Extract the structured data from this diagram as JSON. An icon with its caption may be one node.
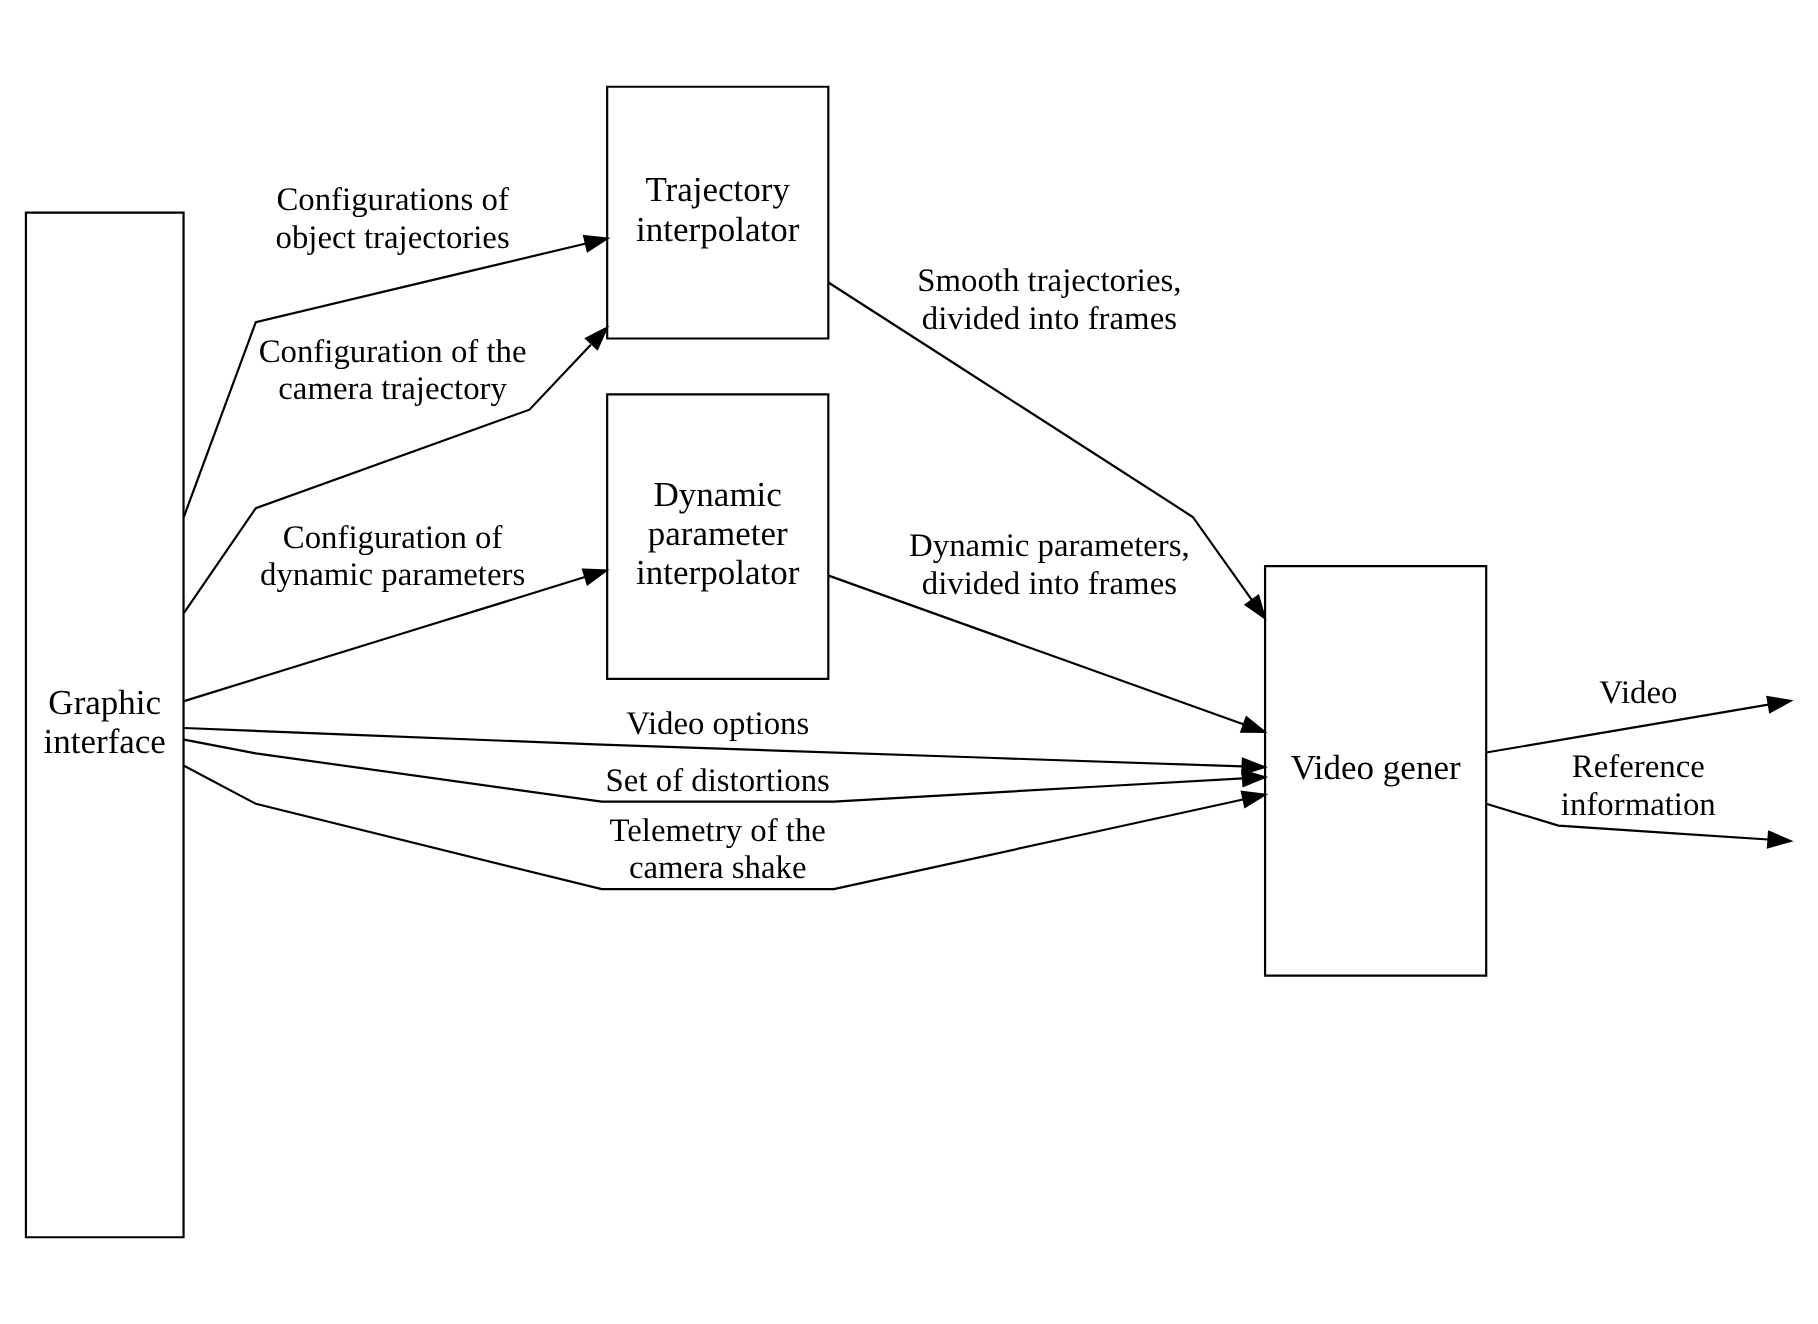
{
  "diagram": {
    "nodes": [
      {
        "text": [
          "Graphic interface"
        ]
      },
      {
        "text": [
          "Trajectory interpolator"
        ]
      },
      {
        "text": [
          "Dynamic parameter interpolator"
        ]
      },
      {
        "text": [
          "Video gener"
        ]
      }
    ],
    "edges": [
      {
        "from": 0,
        "to": 1,
        "arrow": "to",
        "label": "Configurations of object trajectories"
      },
      {
        "from": 0,
        "to": 1,
        "arrow": "to",
        "label": "Configuration of the camera trajectory"
      },
      {
        "from": 0,
        "to": 2,
        "arrow": "to",
        "label": "Configuration of dynamic parameters"
      },
      {
        "from": 1,
        "to": 3,
        "arrow": "to",
        "label": "Smooth trajectories, divided into frames"
      },
      {
        "from": 2,
        "to": 3,
        "arrow": "to",
        "label": "Dynamic parameters, divided into frames"
      },
      {
        "from": 0,
        "to": 3,
        "arrow": "to",
        "label": "Video options"
      },
      {
        "from": 0,
        "to": 3,
        "arrow": "to",
        "label": "Set of distortions"
      },
      {
        "from": 0,
        "to": 3,
        "arrow": "to",
        "label": "Telemetry of the camera shake"
      },
      {
        "from": 3,
        "to": null,
        "arrow": "to",
        "label": "Video"
      },
      {
        "from": 3,
        "to": null,
        "arrow": "to",
        "label": "Reference information"
      }
    ]
  }
}
